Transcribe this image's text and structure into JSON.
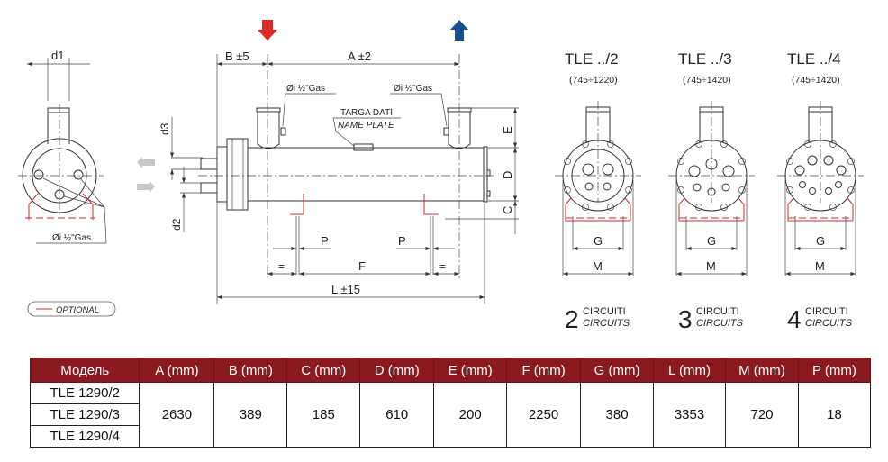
{
  "colors": {
    "header_bg": "#8b1a1e",
    "inlet_arrow": "#e02828",
    "outlet_arrow": "#14508f",
    "optional_line": "#d42a2a"
  },
  "left_view": {
    "d1": "d1",
    "connection": "Øi ½\"Gas"
  },
  "legend": {
    "optional": "OPTIONAL"
  },
  "side_view": {
    "b_dim": "B ±5",
    "a_dim": "A ±2",
    "l_dim": "L ±15",
    "f_dim": "F",
    "p_dim": "P",
    "equal": "=",
    "conn_left": "Øi ½\"Gas",
    "conn_right": "Øi ½\"Gas",
    "nameplate_it": "TARGA DATI",
    "nameplate_en": "NAME PLATE",
    "d2": "d2",
    "d3": "d3",
    "e_dim": "E",
    "d_dim": "D",
    "c_dim": "C"
  },
  "end_views": [
    {
      "title": "TLE ../2",
      "range": "(745÷1220)",
      "number": "2",
      "label_it": "CIRCUITI",
      "label_en": "CIRCUITS",
      "g": "G",
      "m": "M"
    },
    {
      "title": "TLE ../3",
      "range": "(745÷1420)",
      "number": "3",
      "label_it": "CIRCUITI",
      "label_en": "CIRCUITS",
      "g": "G",
      "m": "M"
    },
    {
      "title": "TLE ../4",
      "range": "(745÷1420)",
      "number": "4",
      "label_it": "CIRCUITI",
      "label_en": "CIRCUITS",
      "g": "G",
      "m": "M"
    }
  ],
  "table": {
    "headers": [
      "Модель",
      "A (mm)",
      "B (mm)",
      "C (mm)",
      "D (mm)",
      "E (mm)",
      "F (mm)",
      "G (mm)",
      "L (mm)",
      "M (mm)",
      "P (mm)"
    ],
    "models": [
      "TLE 1290/2",
      "TLE 1290/3",
      "TLE 1290/4"
    ],
    "values": [
      "2630",
      "389",
      "185",
      "610",
      "200",
      "2250",
      "380",
      "3353",
      "720",
      "18"
    ]
  }
}
